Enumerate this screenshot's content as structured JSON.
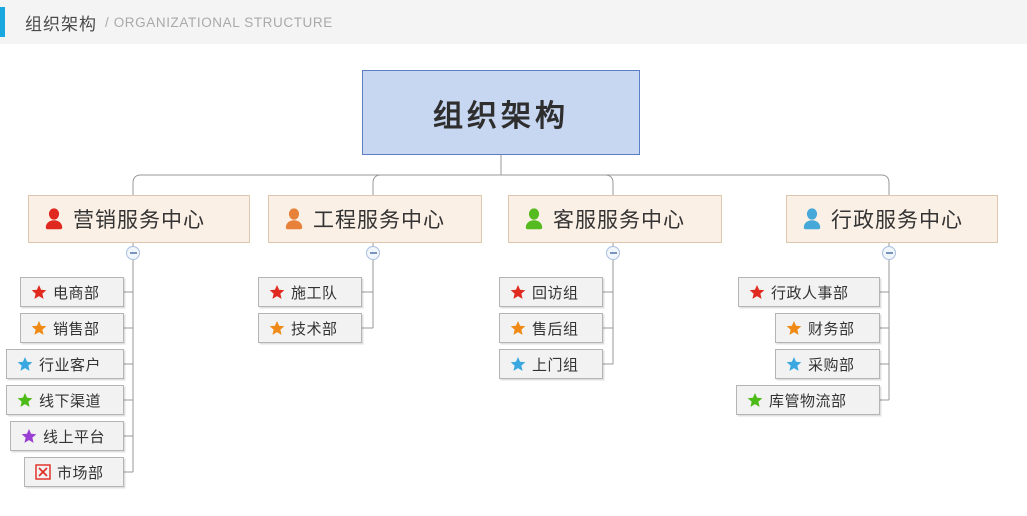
{
  "header": {
    "title_cn": "组织架构",
    "title_en": "/ ORGANIZATIONAL STRUCTURE",
    "accent_color": "#19a7e0",
    "background": "#f4f4f4"
  },
  "root": {
    "label": "组织架构",
    "fill": "#c7d7f2",
    "border": "#5b7fc4"
  },
  "colors": {
    "red": "#e02a20",
    "orange": "#f08a16",
    "blue": "#3aa8e0",
    "green": "#4cbb17",
    "purple": "#9b3fd4",
    "center_fill": "#fbf0e6",
    "center_border": "#dcc7ae",
    "leaf_fill": "#f2f2f2",
    "leaf_border": "#b4b4b4",
    "connector": "#9a9a9a",
    "toggle_border": "#a8bfe0"
  },
  "branches": [
    {
      "id": "marketing",
      "label": "营销服务中心",
      "icon": "person-icon",
      "icon_color": "#e02a20",
      "collapse_state": "expanded",
      "children": [
        {
          "label": "电商部",
          "icon": "star-icon",
          "icon_color": "#e02a20"
        },
        {
          "label": "销售部",
          "icon": "star-icon",
          "icon_color": "#f08a16"
        },
        {
          "label": "行业客户",
          "icon": "star-icon",
          "icon_color": "#3aa8e0"
        },
        {
          "label": "线下渠道",
          "icon": "star-icon",
          "icon_color": "#4cbb17"
        },
        {
          "label": "线上平台",
          "icon": "star-icon",
          "icon_color": "#9b3fd4"
        },
        {
          "label": "市场部",
          "icon": "x-box-icon",
          "icon_color": "#e02a20"
        }
      ]
    },
    {
      "id": "engineering",
      "label": "工程服务中心",
      "icon": "person-icon",
      "icon_color": "#e8823a",
      "collapse_state": "expanded",
      "children": [
        {
          "label": "施工队",
          "icon": "star-icon",
          "icon_color": "#e02a20"
        },
        {
          "label": "技术部",
          "icon": "star-icon",
          "icon_color": "#f08a16"
        }
      ]
    },
    {
      "id": "customer-service",
      "label": "客服服务中心",
      "icon": "person-icon",
      "icon_color": "#56bb20",
      "collapse_state": "expanded",
      "children": [
        {
          "label": "回访组",
          "icon": "star-icon",
          "icon_color": "#e02a20"
        },
        {
          "label": "售后组",
          "icon": "star-icon",
          "icon_color": "#f08a16"
        },
        {
          "label": "上门组",
          "icon": "star-icon",
          "icon_color": "#3aa8e0"
        }
      ]
    },
    {
      "id": "administration",
      "label": "行政服务中心",
      "icon": "person-icon",
      "icon_color": "#45a8d8",
      "collapse_state": "expanded",
      "children": [
        {
          "label": "行政人事部",
          "icon": "star-icon",
          "icon_color": "#e02a20"
        },
        {
          "label": "财务部",
          "icon": "star-icon",
          "icon_color": "#f08a16"
        },
        {
          "label": "采购部",
          "icon": "star-icon",
          "icon_color": "#3aa8e0"
        },
        {
          "label": "库管物流部",
          "icon": "star-icon",
          "icon_color": "#4cbb17"
        }
      ]
    }
  ],
  "toggle": {
    "symbol": "−",
    "name": "collapse-toggle"
  }
}
